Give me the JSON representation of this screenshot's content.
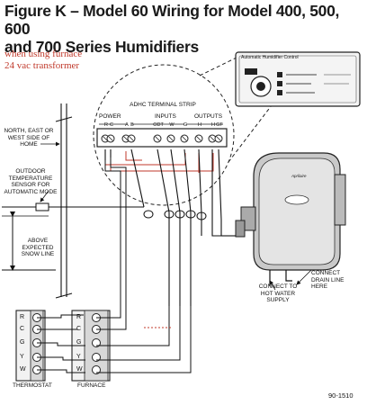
{
  "title": {
    "line1": "Figure K – Model 60 Wiring for Model 400, 500, 600",
    "line2": "and 700 Series Humidifiers"
  },
  "notes": {
    "line1": "when using furnace",
    "line2": "24 vac transformer"
  },
  "terminal_strip": {
    "title": "ADHC TERMINAL STRIP",
    "groups": [
      "POWER",
      "INPUTS",
      "OUTPUTS"
    ],
    "terminals": [
      "R",
      "C",
      "A",
      "B",
      "ODT",
      "W",
      "G",
      "H",
      "H",
      "GF"
    ]
  },
  "control_panel": {
    "title": "Automatic Humidifier Control"
  },
  "labels": {
    "north_wall": "NORTH, EAST OR WEST SIDE OF HOME",
    "outdoor_sensor": "OUTDOOR TEMPERATURE SENSOR FOR AUTOMATIC MODE",
    "snow_line": "ABOVE EXPECTED SNOW LINE",
    "hot_water": "CONNECT TO HOT WATER SUPPLY",
    "drain_line": "CONNECT DRAIN LINE HERE",
    "thermostat": "THERMOSTAT",
    "furnace": "FURNACE",
    "humidifier_brand": "Aprilaire",
    "part_number": "90-1510"
  },
  "thermostat_terminals": [
    "R",
    "C",
    "G",
    "Y",
    "W"
  ],
  "furnace_terminals": [
    "R",
    "C",
    "G",
    "Y",
    "W"
  ]
}
